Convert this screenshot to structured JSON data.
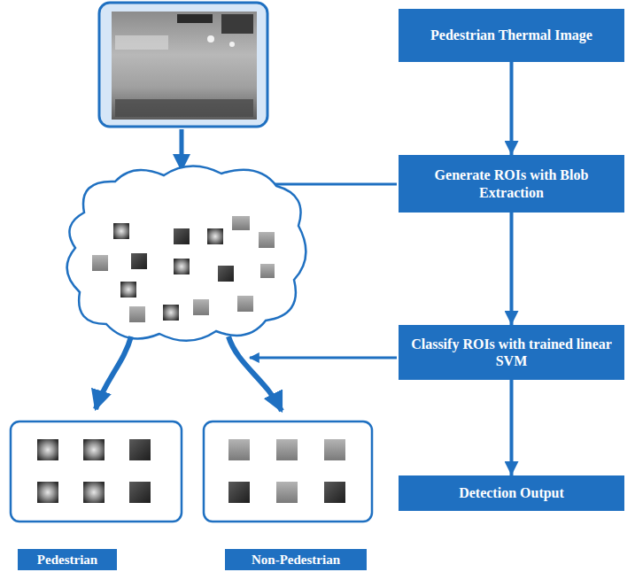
{
  "diagram": {
    "nodes": [
      {
        "text": [
          "Pedestrian Thermal Image"
        ]
      },
      {
        "text": [
          "Generate ROIs with Blob Extraction"
        ]
      },
      {
        "text": [
          "Classify ROIs with trained linear SVM"
        ]
      },
      {
        "text": [
          "Detection Output"
        ]
      },
      {
        "text": [
          "Pedestrian"
        ]
      },
      {
        "text": [
          "Non-Pedestrian"
        ]
      }
    ],
    "edges": [
      {
        "from": 0,
        "to": 1,
        "arrow": "to"
      },
      {
        "from": 1,
        "to": 2,
        "arrow": "to"
      },
      {
        "from": 2,
        "to": 3,
        "arrow": "to"
      }
    ]
  }
}
